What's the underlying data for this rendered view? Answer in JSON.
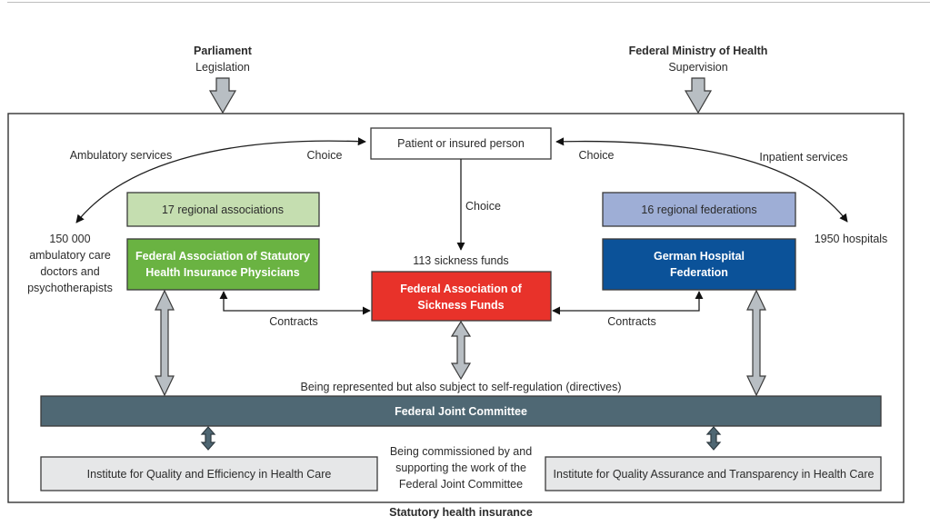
{
  "top": {
    "parliament": {
      "title": "Parliament",
      "role": "Legislation"
    },
    "ministry": {
      "title": "Federal Ministry of Health",
      "role": "Supervision"
    }
  },
  "frame_caption": "Statutory health insurance",
  "nodes": {
    "patient": "Patient or insured person",
    "regional_associations": "17 regional associations",
    "physicians_line1": "Federal Association of Statutory",
    "physicians_line2": "Health Insurance Physicians",
    "sickness_funds_count": "113 sickness funds",
    "sickness_funds_line1": "Federal Association of",
    "sickness_funds_line2": "Sickness Funds",
    "regional_federations": "16 regional federations",
    "hospital_fed_line1": "German Hospital",
    "hospital_fed_line2": "Federation",
    "joint_committee": "Federal Joint Committee",
    "iqwig": "Institute for Quality and Efficiency in Health Care",
    "iqtig": "Institute for Quality Assurance and Transparency in Health Care"
  },
  "labels": {
    "ambulatory_services": "Ambulatory services",
    "inpatient_services": "Inpatient services",
    "choice_left": "Choice",
    "choice_right": "Choice",
    "choice_center": "Choice",
    "doctors_line1": "150 000",
    "doctors_line2": "ambulatory care",
    "doctors_line3": "doctors and",
    "doctors_line4": "psychotherapists",
    "hospitals": "1950 hospitals",
    "contracts_left": "Contracts",
    "contracts_right": "Contracts",
    "represented": "Being represented but also subject to self-regulation (directives)",
    "commissioned_line1": "Being commissioned by and",
    "commissioned_line2": "supporting the work of the",
    "commissioned_line3": "Federal Joint Committee"
  },
  "colors": {
    "regional_associations": "#c5deb0",
    "physicians": "#6ab342",
    "sickness_funds": "#e8322a",
    "regional_federations": "#9eaed6",
    "hospital_federation": "#0b5299",
    "joint_committee": "#4f6874",
    "institutes": "#e6e7e8",
    "arrow_gray": "#b8bec3"
  }
}
